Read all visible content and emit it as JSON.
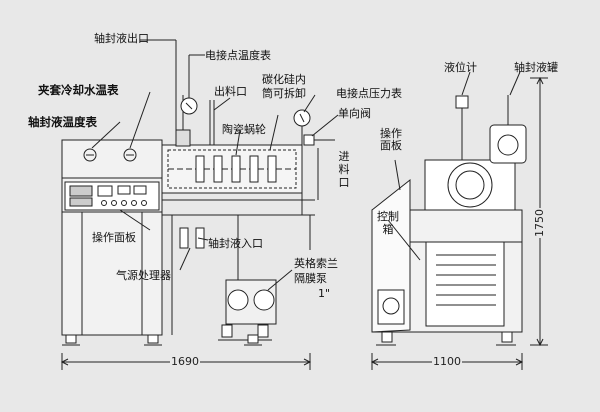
{
  "labels": {
    "seal_fluid_outlet": "轴封液出口",
    "contact_temp_gauge": "电接点温度表",
    "jacket_cooling_temp": "夹套冷却水温表",
    "seal_fluid_temp": "轴封液温度表",
    "discharge_port": "出料口",
    "sic_cylinder_line1": "碳化硅内",
    "sic_cylinder_line2": "筒可拆卸",
    "contact_pressure_gauge": "电接点压力表",
    "ceramic_turbine": "陶瓷蜗轮",
    "check_valve": "单向阀",
    "feed_port": "进料口",
    "control_panel_front": "操作面板",
    "seal_fluid_inlet": "轴封液入口",
    "air_processor": "气源处理器",
    "pump_line1": "英格索兰",
    "pump_line2": "隔膜泵",
    "pump_size": "1\"",
    "level_gauge": "液位计",
    "seal_fluid_tank": "轴封液罐",
    "control_panel_side": "操作面板",
    "control_box": "控制箱"
  },
  "dimensions": {
    "width_front": "1690",
    "width_side": "1100",
    "height": "1750"
  }
}
